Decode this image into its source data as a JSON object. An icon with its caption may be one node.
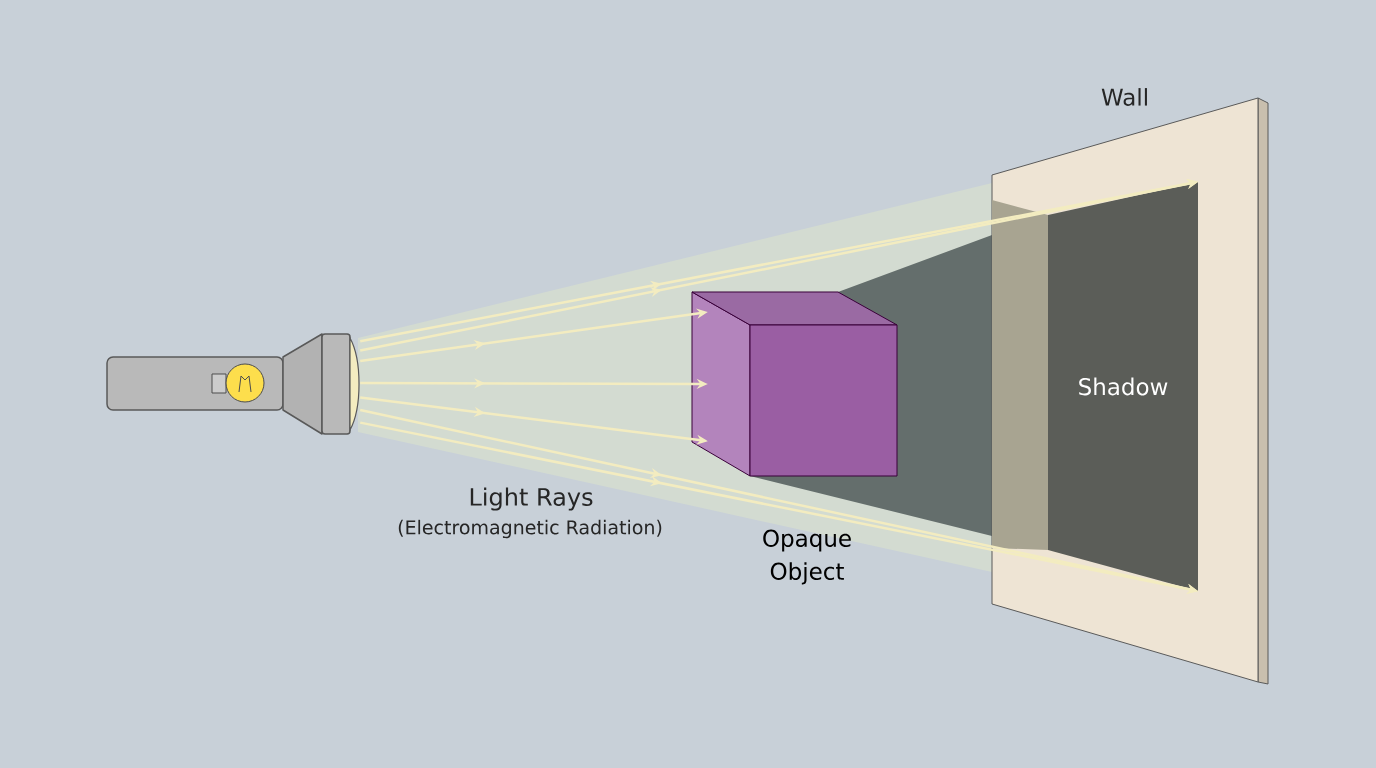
{
  "diagram": {
    "nodes": [
      {
        "text": [],
        "shape": "picture"
      },
      {
        "text": [],
        "shape": "box",
        "beside": [
          "Opaque Object"
        ]
      },
      {
        "text": [
          "Wall"
        ]
      },
      {
        "text": [
          "Shadow"
        ],
        "in": 2
      }
    ],
    "edges": [
      {
        "from": 0,
        "to": 3,
        "arrow": "to"
      },
      {
        "from": 0,
        "to": 3,
        "arrow": "to"
      },
      {
        "from": 0,
        "to": 1,
        "arrow": "to"
      },
      {
        "from": 0,
        "to": 1,
        "arrow": "to"
      },
      {
        "from": 0,
        "to": 1,
        "arrow": "to"
      },
      {
        "from": 0,
        "to": 3,
        "arrow": "to"
      },
      {
        "from": 0,
        "to": 3,
        "arrow": "to"
      }
    ],
    "labels": [
      "Light Rays",
      "(Electromagnetic Radiation)"
    ]
  }
}
